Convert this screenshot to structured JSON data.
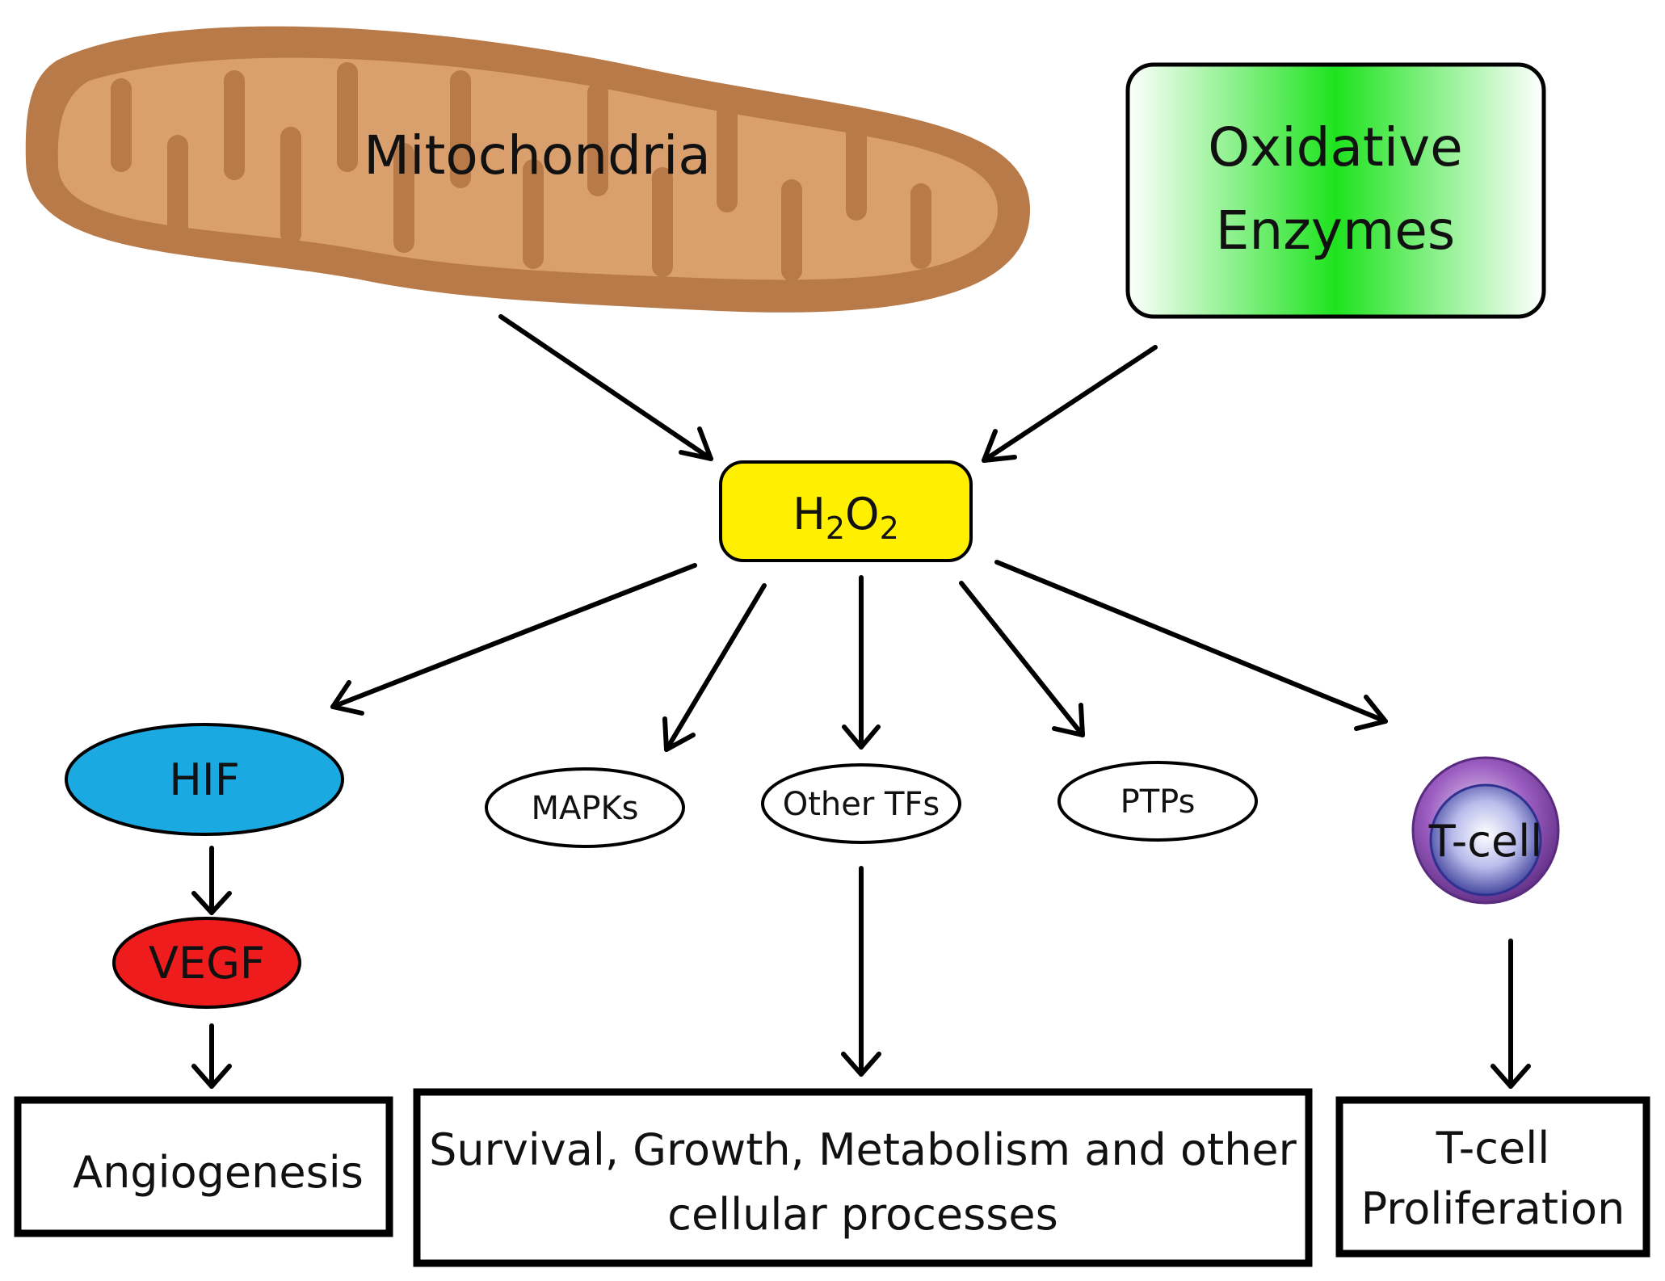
{
  "nodes": {
    "mitochondria": {
      "label": "Mitochondria",
      "color": "#B87A48",
      "crista_color": "#D9A06E"
    },
    "oxidative": {
      "line1": "Oxidative",
      "line2": "Enzymes",
      "color": "#1EE31E"
    },
    "h2o2": {
      "main1": "H",
      "sub1": "2",
      "main2": "O",
      "sub2": "2",
      "color": "#FFEF00"
    },
    "hif": {
      "label": "HIF",
      "color": "#1BA9E1"
    },
    "vegf": {
      "label": "VEGF",
      "color": "#EE1C1C"
    },
    "mapks": {
      "label": "MAPKs"
    },
    "other_tfs": {
      "label": "Other TFs"
    },
    "ptps": {
      "label": "PTPs"
    },
    "tcell": {
      "label": "T-cell",
      "outer_color": "#7B3FA0",
      "inner_color": "#3A3C9E"
    }
  },
  "outcomes": {
    "angiogenesis": {
      "label": "Angiogenesis"
    },
    "survival": {
      "line1": "Survival, Growth, Metabolism and other",
      "line2": "cellular processes"
    },
    "tcell_prolif": {
      "line1": "T-cell",
      "line2": "Proliferation"
    }
  }
}
